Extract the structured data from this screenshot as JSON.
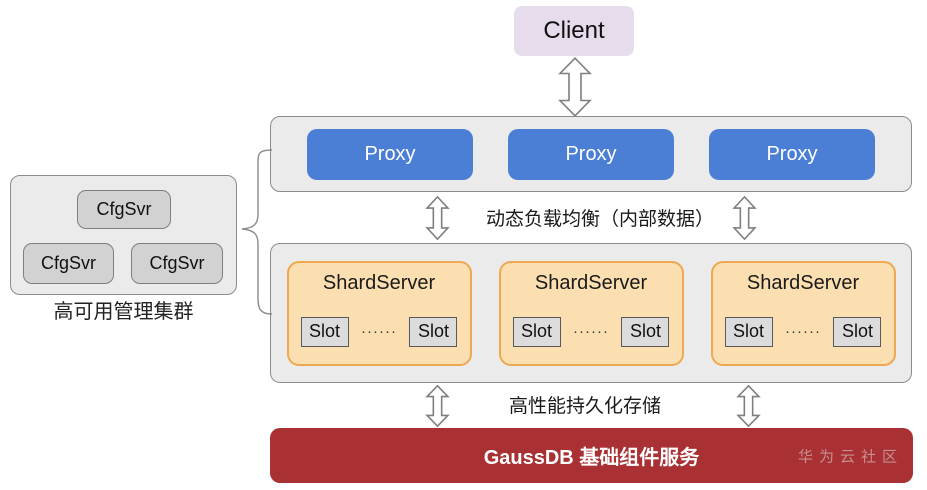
{
  "client": {
    "label": "Client"
  },
  "proxy_layer": {
    "items": [
      {
        "label": "Proxy"
      },
      {
        "label": "Proxy"
      },
      {
        "label": "Proxy"
      }
    ]
  },
  "labels": {
    "load_balance": "动态负载均衡（内部数据）",
    "storage": "高性能持久化存储"
  },
  "shard_layer": {
    "items": [
      {
        "title": "ShardServer",
        "slot_left": "Slot",
        "dots": "······",
        "slot_right": "Slot"
      },
      {
        "title": "ShardServer",
        "slot_left": "Slot",
        "dots": "······",
        "slot_right": "Slot"
      },
      {
        "title": "ShardServer",
        "slot_left": "Slot",
        "dots": "······",
        "slot_right": "Slot"
      }
    ]
  },
  "cfg_cluster": {
    "items": [
      {
        "label": "CfgSvr"
      },
      {
        "label": "CfgSvr"
      },
      {
        "label": "CfgSvr"
      }
    ],
    "caption": "高可用管理集群"
  },
  "footer": {
    "title": "GaussDB 基础组件服务",
    "watermark": "华为云社区"
  },
  "colors": {
    "client_bg": "#e6dcec",
    "proxy_blue": "#4b7fd6",
    "layer_bg": "#ebebeb",
    "layer_border": "#8c8c8c",
    "shard_bg": "#fcdfb1",
    "shard_border": "#eda851",
    "slot_bg": "#dcdcdc",
    "slot_border": "#595959",
    "cfg_box_bg": "#d2d2d2",
    "cfg_box_border": "#7f7f7f",
    "bar_red": "#a93134",
    "watermark_color": "#c68f8e",
    "arrow_stroke": "#7f7f7f",
    "text_dark": "#1a1a1a"
  }
}
